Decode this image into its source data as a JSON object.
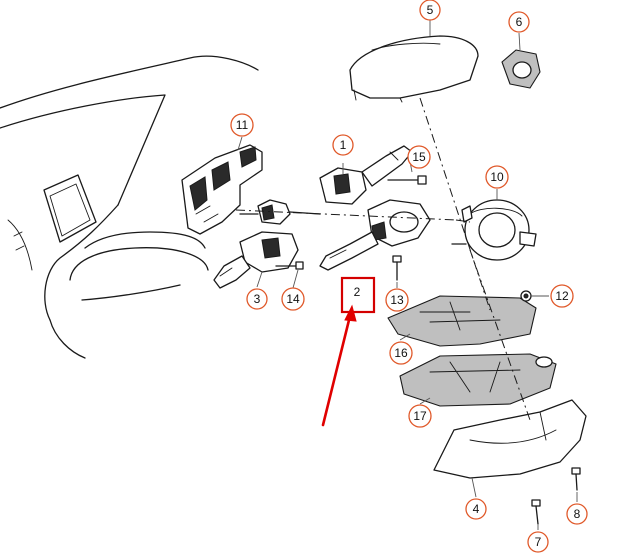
{
  "colors": {
    "callout_ring": "#e0592a",
    "highlight_box": "#d40000",
    "arrow": "#e00000",
    "line_art": "#1a1a1a"
  },
  "callouts": [
    {
      "label": "1"
    },
    {
      "label": "2"
    },
    {
      "label": "3"
    },
    {
      "label": "4"
    },
    {
      "label": "5"
    },
    {
      "label": "6"
    },
    {
      "label": "7"
    },
    {
      "label": "8"
    },
    {
      "label": "10"
    },
    {
      "label": "11"
    },
    {
      "label": "12"
    },
    {
      "label": "13"
    },
    {
      "label": "14"
    },
    {
      "label": "15"
    },
    {
      "label": "16"
    },
    {
      "label": "17"
    }
  ],
  "highlight": {
    "target_label": "2",
    "indicator": "red-box-and-arrow"
  }
}
